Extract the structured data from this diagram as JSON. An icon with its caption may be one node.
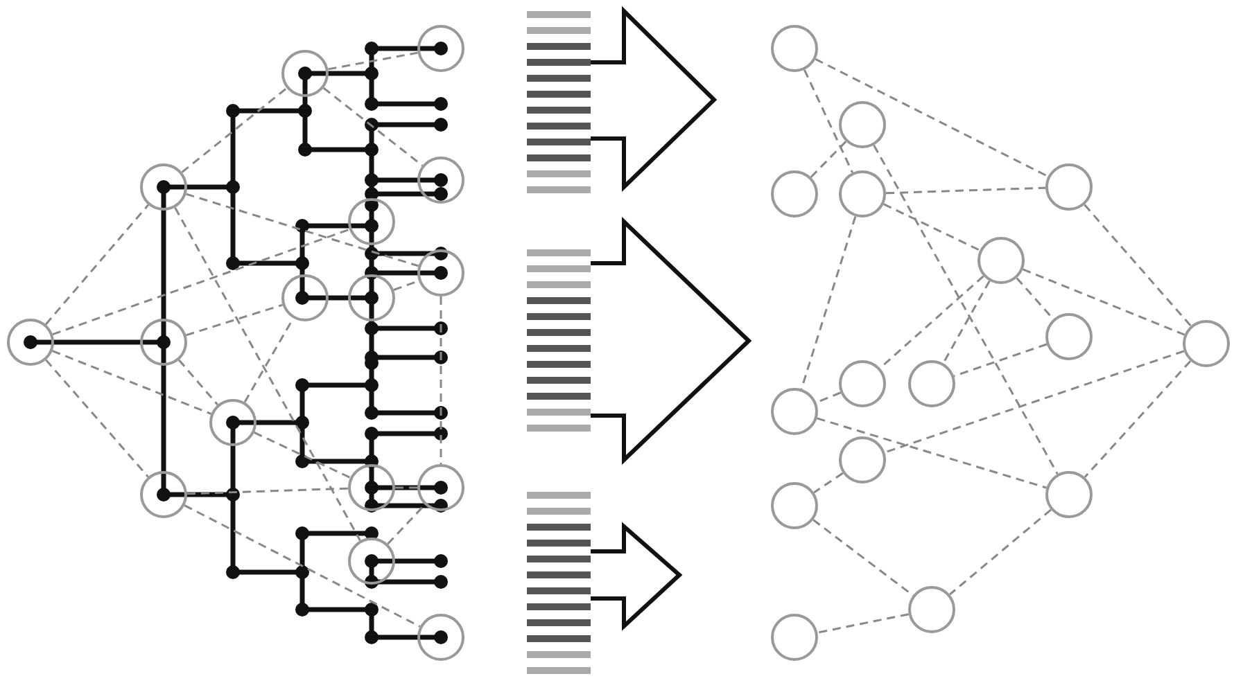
{
  "diagram": {
    "nodes": [
      {
        "text": [],
        "shape": "circle"
      },
      {
        "text": [],
        "shape": "circle"
      },
      {
        "text": [],
        "shape": "circle"
      },
      {
        "text": [],
        "shape": "circle"
      },
      {
        "text": [],
        "shape": "circle"
      },
      {
        "text": [],
        "shape": "circle"
      },
      {
        "text": [],
        "shape": "circle"
      },
      {
        "text": [],
        "shape": "circle"
      },
      {
        "text": [],
        "shape": "circle"
      },
      {
        "text": [],
        "shape": "circle"
      },
      {
        "text": [],
        "shape": "circle"
      },
      {
        "text": [],
        "shape": "circle"
      },
      {
        "text": [],
        "shape": "circle"
      },
      {
        "text": [],
        "shape": "circle"
      },
      {
        "text": [],
        "shape": "circle"
      },
      {
        "text": [],
        "shape": "circle"
      },
      {
        "text": [],
        "shape": "circle"
      },
      {
        "text": [],
        "shape": "circle"
      },
      {
        "text": [],
        "shape": "circle"
      },
      {
        "text": [],
        "shape": "circle"
      },
      {
        "text": [],
        "shape": "circle"
      },
      {
        "text": [],
        "shape": "circle"
      },
      {
        "text": [],
        "shape": "circle"
      },
      {
        "text": [],
        "shape": "circle"
      },
      {
        "text": [],
        "shape": "circle"
      },
      {
        "text": [],
        "shape": "circle"
      },
      {
        "text": [],
        "shape": "circle"
      },
      {
        "text": [],
        "shape": "circle"
      },
      {
        "text": [],
        "shape": "circle"
      },
      {
        "text": [],
        "shape": "circle"
      },
      {
        "text": [],
        "shape": "circle"
      },
      {
        "text": [],
        "shape": "circle"
      }
    ],
    "edges": [
      {
        "from": 0,
        "to": 1,
        "arrow": "none"
      },
      {
        "from": 0,
        "to": 6,
        "arrow": "none"
      },
      {
        "from": 0,
        "to": 5,
        "arrow": "none"
      },
      {
        "from": 0,
        "to": 3,
        "arrow": "none"
      },
      {
        "from": 1,
        "to": 4,
        "arrow": "none"
      },
      {
        "from": 1,
        "to": 14,
        "arrow": "none"
      },
      {
        "from": 1,
        "to": 11,
        "arrow": "none"
      },
      {
        "from": 4,
        "to": 9,
        "arrow": "none"
      },
      {
        "from": 4,
        "to": 10,
        "arrow": "none"
      },
      {
        "from": 2,
        "to": 7,
        "arrow": "none"
      },
      {
        "from": 2,
        "to": 5,
        "arrow": "none"
      },
      {
        "from": 5,
        "to": 7,
        "arrow": "none"
      },
      {
        "from": 5,
        "to": 12,
        "arrow": "none"
      },
      {
        "from": 3,
        "to": 12,
        "arrow": "none"
      },
      {
        "from": 3,
        "to": 15,
        "arrow": "none"
      },
      {
        "from": 11,
        "to": 13,
        "arrow": "none"
      },
      {
        "from": 8,
        "to": 11,
        "arrow": "none"
      },
      {
        "from": 12,
        "to": 13,
        "arrow": "none"
      },
      {
        "from": 14,
        "to": 13,
        "arrow": "none"
      },
      {
        "from": 16,
        "to": 20,
        "arrow": "none"
      },
      {
        "from": 20,
        "to": 23,
        "arrow": "none"
      },
      {
        "from": 16,
        "to": 19,
        "arrow": "none"
      },
      {
        "from": 17,
        "to": 18,
        "arrow": "none"
      },
      {
        "from": 17,
        "to": 29,
        "arrow": "none"
      },
      {
        "from": 19,
        "to": 21,
        "arrow": "none"
      },
      {
        "from": 21,
        "to": 23,
        "arrow": "none"
      },
      {
        "from": 19,
        "to": 20,
        "arrow": "none"
      },
      {
        "from": 19,
        "to": 26,
        "arrow": "none"
      },
      {
        "from": 21,
        "to": 24,
        "arrow": "none"
      },
      {
        "from": 21,
        "to": 25,
        "arrow": "none"
      },
      {
        "from": 21,
        "to": 22,
        "arrow": "none"
      },
      {
        "from": 22,
        "to": 25,
        "arrow": "none"
      },
      {
        "from": 24,
        "to": 26,
        "arrow": "none"
      },
      {
        "from": 23,
        "to": 27,
        "arrow": "none"
      },
      {
        "from": 23,
        "to": 29,
        "arrow": "none"
      },
      {
        "from": 27,
        "to": 28,
        "arrow": "none"
      },
      {
        "from": 26,
        "to": 29,
        "arrow": "none"
      },
      {
        "from": 28,
        "to": 30,
        "arrow": "none"
      },
      {
        "from": 29,
        "to": 30,
        "arrow": "none"
      },
      {
        "from": 30,
        "to": 31,
        "arrow": "none"
      }
    ]
  }
}
